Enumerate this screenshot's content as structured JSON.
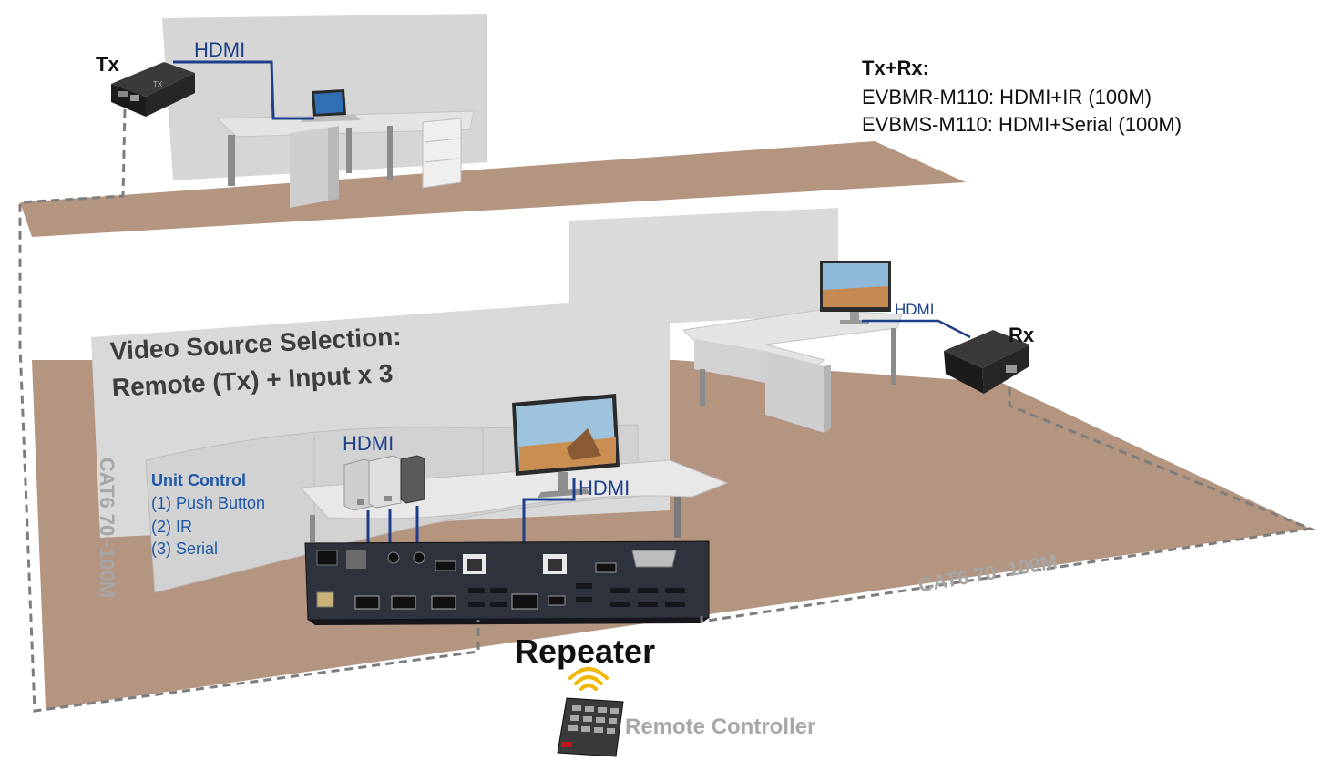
{
  "transmitter": {
    "label": "Tx",
    "hdmi_label": "HDMI"
  },
  "specs": {
    "title": "Tx+Rx:",
    "lines": [
      "EVBMR-M110: HDMI+IR (100M)",
      "EVBMS-M110: HDMI+Serial (100M)"
    ]
  },
  "receiver": {
    "label": "Rx",
    "hdmi_label": "HDMI"
  },
  "video_source": {
    "line1": "Video Source Selection:",
    "line2": "Remote (Tx) + Input x 3"
  },
  "desk_hdmi": {
    "pcs": "HDMI",
    "monitor": "HDMI"
  },
  "unit_control": {
    "title": "Unit Control",
    "items": [
      "(1) Push Button",
      "(2) IR",
      "(3) Serial"
    ]
  },
  "cables": {
    "left": "CAT6 70~100M",
    "right": "CAT6 70~100M"
  },
  "repeater": {
    "label": "Repeater"
  },
  "remote": {
    "label": "Remote Controller"
  },
  "colors": {
    "floor": "#b49580",
    "wall": "#d9d9d9",
    "hdmi_line": "#1d3f8a",
    "unit_control": "#1e58a8",
    "cat6": "#a6a6a6",
    "device": "#1f1f1f",
    "ir_waves": "#f2b705"
  }
}
